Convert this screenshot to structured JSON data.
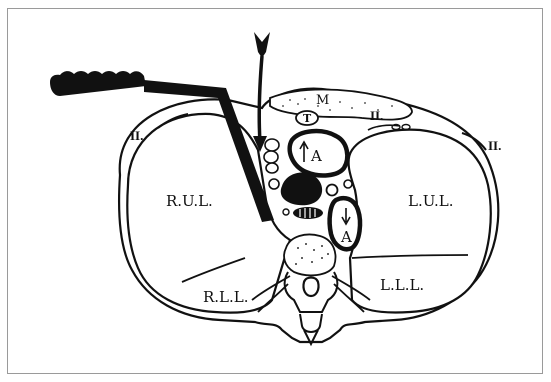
{
  "figure": {
    "labels": {
      "right_upper_lobe": "R.U.L.",
      "right_lower_lobe": "R.L.L.",
      "left_upper_lobe": "L.U.L.",
      "left_lower_lobe": "L.L.L.",
      "mediastinum": "M",
      "aorta_ascending": "A",
      "aorta_descending": "A",
      "trachea": "T",
      "rib_right": "II.",
      "rib_left": "II.",
      "rib_top": "II."
    }
  }
}
